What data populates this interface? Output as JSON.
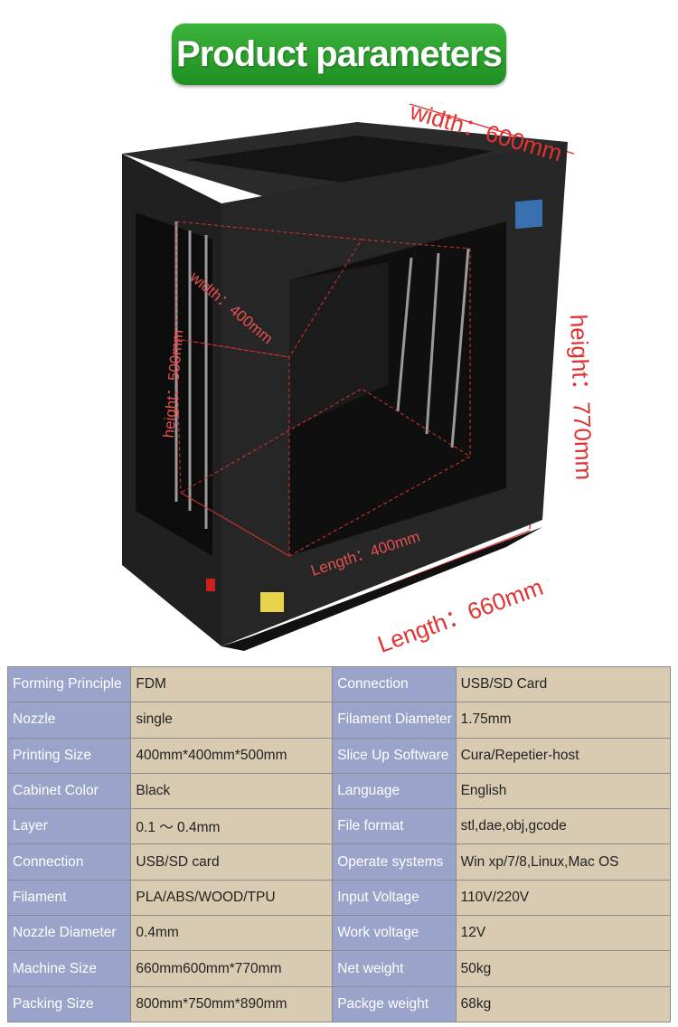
{
  "header": {
    "title": "Product parameters"
  },
  "diagram": {
    "labels": {
      "outer_width": "width：600mm",
      "outer_height": "height：770mm",
      "outer_length": "Length：660mm",
      "inner_width": "width：400mm",
      "inner_height": "height：500mm",
      "inner_length": "Length：400mm"
    },
    "colors": {
      "dimension_red": "#e23232",
      "frame_black": "#1c1c1c",
      "bed_blue": "#3a8fd8"
    }
  },
  "specs": {
    "rows": [
      {
        "label_left": "Forming Principle",
        "value_left": "FDM",
        "label_right": "Connection",
        "value_right": "USB/SD Card"
      },
      {
        "label_left": "Nozzle",
        "value_left": "single",
        "label_right": "Filament Diameter",
        "value_right": "1.75mm"
      },
      {
        "label_left": "Printing Size",
        "value_left": "400mm*400mm*500mm",
        "label_right": "Slice Up Software",
        "value_right": "Cura/Repetier-host"
      },
      {
        "label_left": "Cabinet Color",
        "value_left": "Black",
        "label_right": "Language",
        "value_right": "English"
      },
      {
        "label_left": "Layer",
        "value_left": "0.1 ～ 0.4mm",
        "label_right": "File format",
        "value_right": "stl,dae,obj,gcode"
      },
      {
        "label_left": "Connection",
        "value_left": "USB/SD card",
        "label_right": "Operate systems",
        "value_right": "Win xp/7/8,Linux,Mac OS"
      },
      {
        "label_left": "Filament",
        "value_left": "PLA/ABS/WOOD/TPU",
        "label_right": "Input Voltage",
        "value_right": "110V/220V"
      },
      {
        "label_left": "Nozzle Diameter",
        "value_left": "0.4mm",
        "label_right": "Work voltage",
        "value_right": "12V"
      },
      {
        "label_left": "Machine Size",
        "value_left": "660mm600mm*770mm",
        "label_right": "Net weight",
        "value_right": "50kg"
      },
      {
        "label_left": "Packing Size",
        "value_left": "800mm*750mm*890mm",
        "label_right": "Packge weight",
        "value_right": "68kg"
      }
    ],
    "colors": {
      "label_bg": "#9aa3c9",
      "value_bg": "#d9cbb2"
    }
  }
}
